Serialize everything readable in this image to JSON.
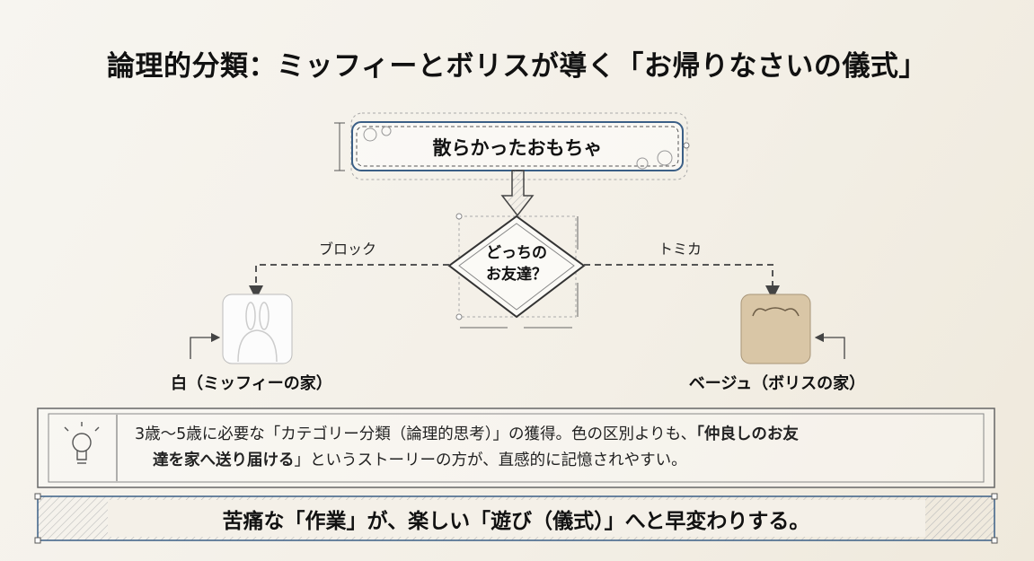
{
  "title": "論理的分類：ミッフィーとボリスが導く「お帰りなさいの儀式」",
  "top_box": "散らかったおもちゃ",
  "decision": {
    "line1": "どっちの",
    "line2": "お友達？"
  },
  "left_branch": {
    "label": "ブロック",
    "caption": "白（ミッフィーの家）"
  },
  "right_branch": {
    "label": "トミカ",
    "caption": "ベージュ（ボリスの家）"
  },
  "info": {
    "part1": "3歳〜5歳に必要な「カテゴリー分類（論理的思考）」の獲得。色の区別よりも、",
    "bold1": "「仲良しのお友",
    "bold2": "達を家へ送り届ける",
    "part2": "」というストーリーの方が、直感的に記憶されやすい。"
  },
  "banner": "苦痛な「作業」が、楽しい「遊び（儀式）」へと早変わりする。",
  "colors": {
    "accent": "#3b5f86",
    "beige": "#d9c6a6",
    "white_box": "#fbfbfb"
  }
}
